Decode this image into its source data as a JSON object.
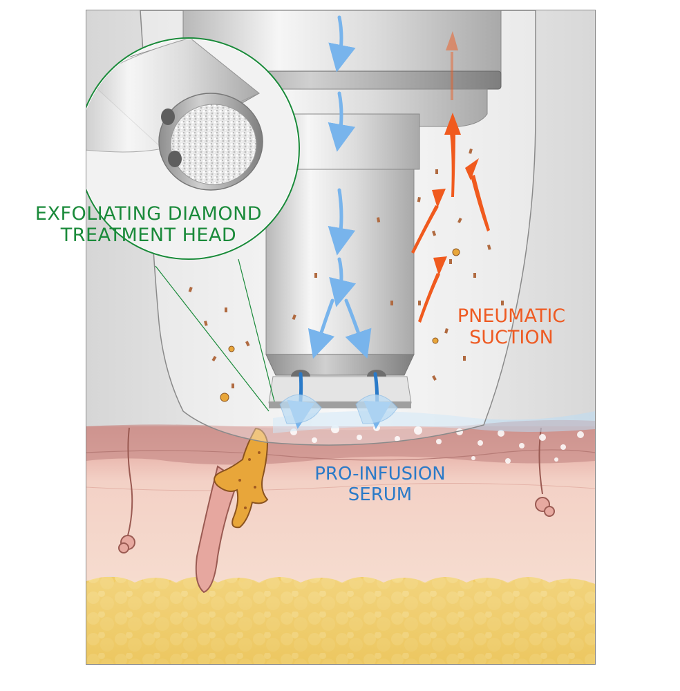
{
  "labels": {
    "diamond_head": [
      "EXFOLIATING DIAMOND",
      "TREATMENT HEAD"
    ],
    "suction": [
      "PNEUMATIC",
      "SUCTION"
    ],
    "serum": [
      "PRO-INFUSION",
      "SERUM"
    ]
  },
  "colors": {
    "diamond_head_text": "#1a8a3a",
    "suction_text": "#ee5a22",
    "serum_text": "#2a7ac8",
    "serum_arrow": "#78b4ec",
    "suction_arrow": "#f05a1e",
    "skin": "#f2cfc0",
    "fat": "#f0cf6e"
  },
  "icons": {
    "serum_flow": "down-arrow-icon",
    "suction_flow": "up-arrow-icon"
  }
}
